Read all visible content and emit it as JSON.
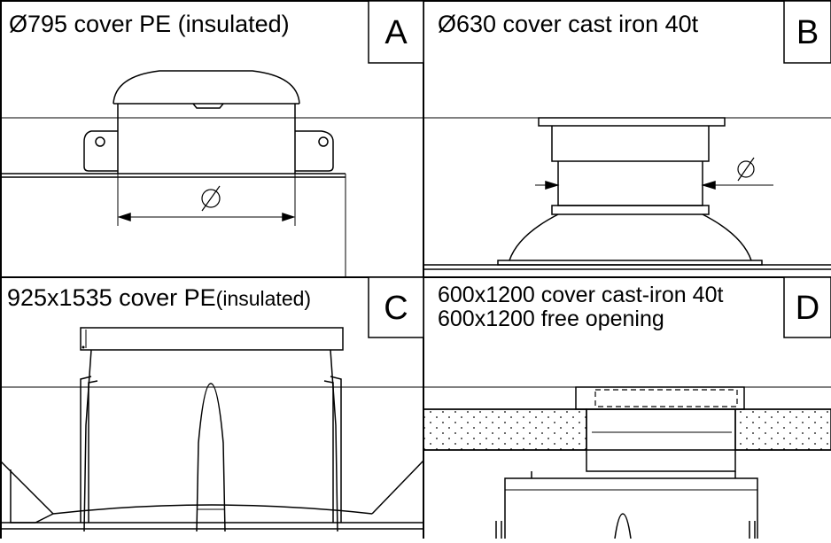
{
  "panels": [
    {
      "id": "A",
      "letter": "A",
      "caption": "Ø795 cover PE (insulated)"
    },
    {
      "id": "B",
      "letter": "B",
      "caption": "Ø630 cover cast iron 40t"
    },
    {
      "id": "C",
      "letter": "C",
      "caption_main": "925x1535 cover PE",
      "caption_small": "(insulated)"
    },
    {
      "id": "D",
      "letter": "D",
      "caption_line1": "600x1200 cover cast-iron 40t",
      "caption_line2": "600x1200 free opening"
    }
  ],
  "dimension_symbol": "∅"
}
